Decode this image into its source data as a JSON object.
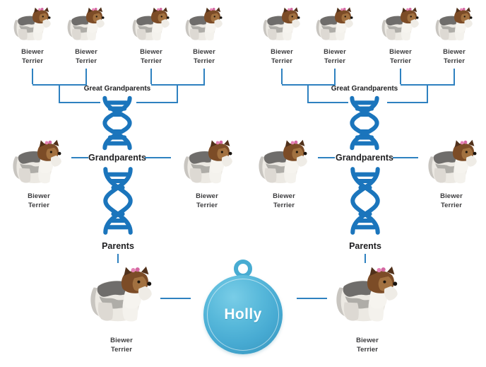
{
  "pedigree": {
    "subject": {
      "name": "Holly"
    },
    "labels": {
      "great_grandparents": "Great Grandparents",
      "grandparents": "Grandparents",
      "parents": "Parents"
    },
    "great_grandparents": [
      {
        "breed": "Biewer Terrier"
      },
      {
        "breed": "Biewer Terrier"
      },
      {
        "breed": "Biewer Terrier"
      },
      {
        "breed": "Biewer Terrier"
      },
      {
        "breed": "Biewer Terrier"
      },
      {
        "breed": "Biewer Terrier"
      },
      {
        "breed": "Biewer Terrier"
      },
      {
        "breed": "Biewer Terrier"
      }
    ],
    "grandparents": [
      {
        "breed": "Biewer Terrier"
      },
      {
        "breed": "Biewer Terrier"
      },
      {
        "breed": "Biewer Terrier"
      },
      {
        "breed": "Biewer Terrier"
      }
    ],
    "parents": [
      {
        "breed": "Biewer Terrier"
      },
      {
        "breed": "Biewer Terrier"
      }
    ],
    "icons": {
      "dna": "dna-helix-icon",
      "dog": "biewer-terrier-dog-illustration",
      "tag": "dog-name-tag"
    },
    "colors": {
      "connector_blue": "#2e81c0",
      "dna_blue": "#1b75bc",
      "tag_fill_light": "#79cde7",
      "tag_fill_dark": "#3493bb",
      "generation_text": "#1f1f21",
      "breed_text": "#3d3d3f",
      "bow_pink": "#e583b5"
    }
  }
}
